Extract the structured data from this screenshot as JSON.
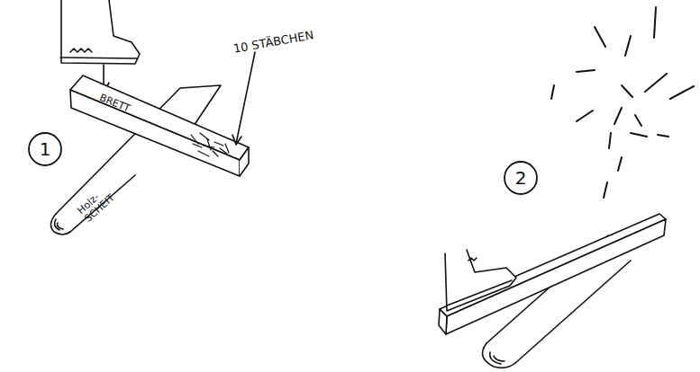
{
  "diagram": {
    "nodes": [
      {
        "text": [
          "1"
        ]
      },
      {
        "text": [
          "2"
        ]
      }
    ],
    "labels": [
      "10 STÄBCHEN",
      "BRETT",
      "Holz- SCHEIT"
    ]
  }
}
